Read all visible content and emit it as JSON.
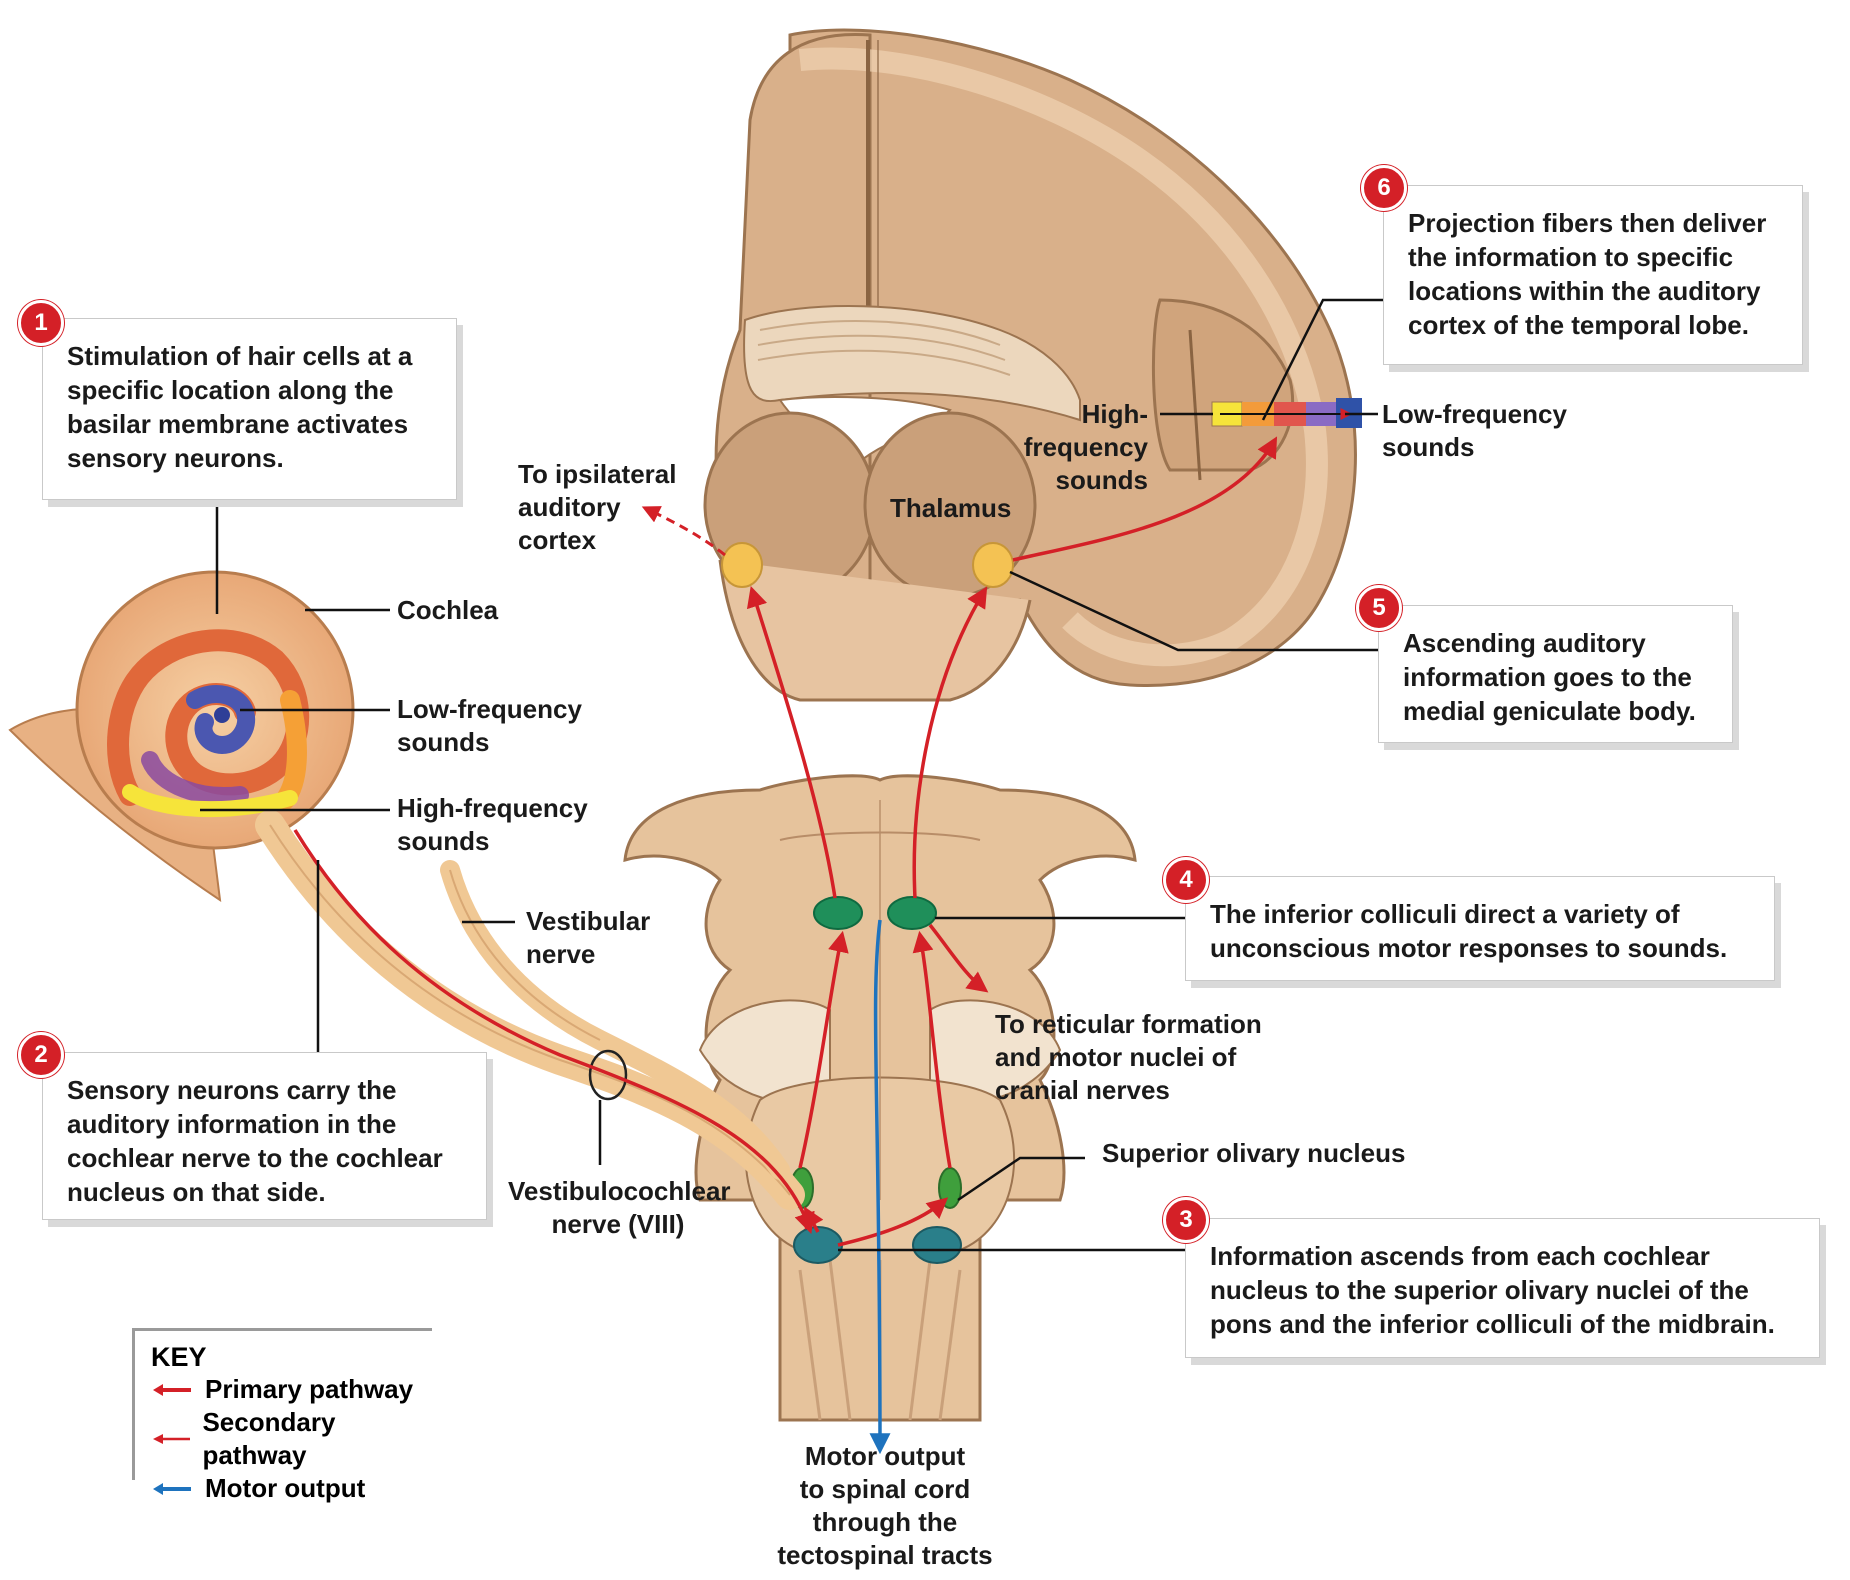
{
  "callouts": [
    {
      "number": "1",
      "text": "Stimulation of hair cells at a specific location along the basilar membrane activates sensory neurons."
    },
    {
      "number": "2",
      "text": "Sensory neurons carry the auditory information in the cochlear nerve to the cochlear nucleus on that side."
    },
    {
      "number": "3",
      "text": "Information ascends from each cochlear nucleus to the superior olivary nuclei of the pons and the inferior colliculi of the midbrain."
    },
    {
      "number": "4",
      "text": "The inferior colliculi direct a variety of unconscious motor responses to sounds."
    },
    {
      "number": "5",
      "text": "Ascending auditory information goes to the medial geniculate body."
    },
    {
      "number": "6",
      "text": "Projection fibers then deliver the information to specific locations within the auditory cortex of the temporal lobe."
    }
  ],
  "labels": {
    "cochlea": "Cochlea",
    "cochlea_low": [
      "Low-frequency",
      "sounds"
    ],
    "cochlea_high": [
      "High-frequency",
      "sounds"
    ],
    "vestibular_nerve": [
      "Vestibular",
      "nerve"
    ],
    "vestibulocochlear_nerve": [
      "Vestibulocochlear",
      "nerve (VIII)"
    ],
    "ipsilateral_cortex": [
      "To ipsilateral",
      "auditory",
      "cortex"
    ],
    "thalamus": "Thalamus",
    "cortex_high": [
      "High-",
      "frequency",
      "sounds"
    ],
    "cortex_low": [
      "Low-frequency",
      "sounds"
    ],
    "reticular_formation": [
      "To reticular formation",
      "and motor nuclei of",
      "cranial nerves"
    ],
    "superior_olivary": "Superior olivary nucleus",
    "motor_output": [
      "Motor output",
      "to spinal cord",
      "through the",
      "tectospinal tracts"
    ]
  },
  "key": {
    "title": "KEY",
    "items": [
      {
        "label": "Primary pathway",
        "color": "#d42027"
      },
      {
        "label": "Secondary pathway",
        "color": "#d42027"
      },
      {
        "label": "Motor output",
        "color": "#1e73be"
      }
    ]
  },
  "colors": {
    "primary": "#d42027",
    "motor": "#1e73be",
    "tissue": "#e7c4a1",
    "tissue_dark": "#b88d68",
    "nucleus_green": "#1f8f5a"
  }
}
